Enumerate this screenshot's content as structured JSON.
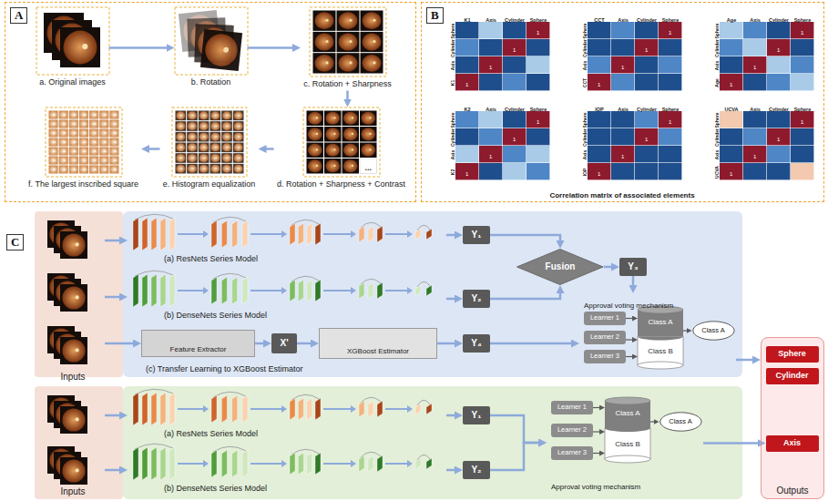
{
  "diagram": {
    "nodes": [
      {
        "text": [
          "A"
        ]
      },
      {
        "text": [
          "a. Original images"
        ],
        "in": 0
      },
      {
        "text": [
          "b. Rotation"
        ],
        "in": 0
      },
      {
        "text": [
          "c. Rotation + Sharpness"
        ],
        "in": 0
      },
      {
        "text": [
          "d. Rotation + Sharpness + Contrast"
        ],
        "in": 0
      },
      {
        "text": [
          "e. Histogram equalization"
        ],
        "in": 0
      },
      {
        "text": [
          "f. The largest inscribed square"
        ],
        "in": 0
      },
      {
        "text": [
          "B"
        ]
      },
      {
        "text": [
          "C"
        ]
      },
      {
        "text": [
          "Inputs"
        ],
        "in": 8
      },
      {
        "text": [
          "(a) ResNets Series Model"
        ],
        "in": 8
      },
      {
        "text": [
          "(b) DenseNets Series Model"
        ],
        "in": 8
      },
      {
        "text": [
          "Feature Extractor"
        ],
        "in": 8
      },
      {
        "text": [
          "X'"
        ],
        "in": 8
      },
      {
        "text": [
          "XGBoost Estimator"
        ],
        "in": 8
      },
      {
        "text": [
          "Y₁"
        ],
        "in": 8
      },
      {
        "text": [
          "Y₂"
        ],
        "in": 8
      },
      {
        "text": [
          "Fusion"
        ],
        "in": 8
      },
      {
        "text": [
          "Y₃"
        ],
        "in": 8
      },
      {
        "text": [
          "Y₄"
        ],
        "in": 8
      },
      {
        "text": [
          "Approval voting mechanism"
        ],
        "in": 8
      },
      {
        "text": [
          "Learner 1"
        ],
        "in": 20
      },
      {
        "text": [
          "Learner 2"
        ],
        "in": 20
      },
      {
        "text": [
          "Learner 3"
        ],
        "in": 20
      },
      {
        "text": [
          "Class A"
        ],
        "in": 20
      },
      {
        "text": [
          "Class B"
        ],
        "in": 20
      },
      {
        "text": [
          "Class A"
        ],
        "in": 20
      },
      {
        "text": [
          "Inputs"
        ],
        "in": 8
      },
      {
        "text": [
          "(a) ResNets Series Model"
        ],
        "in": 8
      },
      {
        "text": [
          "(b) DenseNets Series Model"
        ],
        "in": 8
      },
      {
        "text": [
          "Y₁"
        ],
        "in": 8
      },
      {
        "text": [
          "Y₂"
        ],
        "in": 8
      },
      {
        "text": [
          "Approval voting mechanism"
        ],
        "in": 8
      },
      {
        "text": [
          "Learner 1"
        ],
        "in": 32
      },
      {
        "text": [
          "Learner 2"
        ],
        "in": 32
      },
      {
        "text": [
          "Learner 3"
        ],
        "in": 32
      },
      {
        "text": [
          "Class A"
        ],
        "in": 32
      },
      {
        "text": [
          "Class B"
        ],
        "in": 32
      },
      {
        "text": [
          "Class A"
        ],
        "in": 32
      },
      {
        "text": [
          "Outputs"
        ],
        "in": 8
      },
      {
        "text": [
          "Sphere"
        ],
        "in": 39
      },
      {
        "text": [
          "Cylinder"
        ],
        "in": 39
      },
      {
        "text": [
          "Axis"
        ],
        "in": 39
      }
    ],
    "edges": [
      {
        "from": 1,
        "to": 2,
        "arrow": "to"
      },
      {
        "from": 2,
        "to": 3,
        "arrow": "to"
      },
      {
        "from": 3,
        "to": 4,
        "arrow": "to"
      },
      {
        "from": 4,
        "to": 5,
        "arrow": "to"
      },
      {
        "from": 5,
        "to": 6,
        "arrow": "to"
      },
      {
        "from": 9,
        "to": 10,
        "arrow": "to"
      },
      {
        "from": 9,
        "to": 11,
        "arrow": "to"
      },
      {
        "from": 9,
        "to": 12,
        "arrow": "to"
      },
      {
        "from": 10,
        "to": 15,
        "arrow": "to"
      },
      {
        "from": 11,
        "to": 16,
        "arrow": "to"
      },
      {
        "from": 15,
        "to": 17,
        "arrow": "to"
      },
      {
        "from": 16,
        "to": 17,
        "arrow": "to"
      },
      {
        "from": 17,
        "to": 18,
        "arrow": "to"
      },
      {
        "from": 18,
        "to": 20,
        "arrow": "to"
      },
      {
        "from": 12,
        "to": 13,
        "arrow": "to"
      },
      {
        "from": 13,
        "to": 14,
        "arrow": "to"
      },
      {
        "from": 14,
        "to": 19,
        "arrow": "to"
      },
      {
        "from": 19,
        "to": 20,
        "arrow": "to"
      },
      {
        "from": 21,
        "to": 24,
        "arrow": "to"
      },
      {
        "from": 22,
        "to": 25,
        "arrow": "to"
      },
      {
        "from": 23,
        "to": 25,
        "arrow": "to"
      },
      {
        "from": 24,
        "to": 26,
        "arrow": "to"
      },
      {
        "from": 20,
        "to": 39,
        "arrow": "to"
      },
      {
        "from": 27,
        "to": 28,
        "arrow": "to"
      },
      {
        "from": 27,
        "to": 29,
        "arrow": "to"
      },
      {
        "from": 28,
        "to": 30,
        "arrow": "to"
      },
      {
        "from": 29,
        "to": 31,
        "arrow": "to"
      },
      {
        "from": 30,
        "to": 32,
        "arrow": "to"
      },
      {
        "from": 31,
        "to": 32,
        "arrow": "to"
      },
      {
        "from": 33,
        "to": 36,
        "arrow": "to"
      },
      {
        "from": 34,
        "to": 37,
        "arrow": "to"
      },
      {
        "from": 35,
        "to": 37,
        "arrow": "to"
      },
      {
        "from": 36,
        "to": 38,
        "arrow": "to"
      },
      {
        "from": 32,
        "to": 42,
        "arrow": "to"
      }
    ],
    "labels": [
      "K1",
      "Axis",
      "Cylinder",
      "Sphere",
      "Sphere",
      "Cylinder",
      "Axis",
      "K1",
      "1",
      "1",
      "1",
      "1",
      "CCT",
      "Axis",
      "Cylinder",
      "Sphere",
      "Sphere",
      "Cylinder",
      "Axis",
      "CCT",
      "1",
      "1",
      "1",
      "1",
      "Age",
      "Axis",
      "Cylinder",
      "Sphere",
      "Sphere",
      "Cylinder",
      "Axis",
      "Age",
      "1",
      "1",
      "1",
      "1",
      "K2",
      "Axis",
      "Cylinder",
      "Sphere",
      "Sphere",
      "Cylinder",
      "Axis",
      "K2",
      "1",
      "1",
      "1",
      "1",
      "IOP",
      "Axis",
      "Cylinder",
      "Sphere",
      "Sphere",
      "Cylinder",
      "Axis",
      "IOP",
      "1",
      "1",
      "1",
      "1",
      "UCVA",
      "Axis",
      "Cylinder",
      "Sphere",
      "Sphere",
      "Cylinder",
      "Axis",
      "UCVA",
      "1",
      "1",
      "1",
      "1",
      "Correlation matrix of associated elements",
      "(c) Transfer Learning to XGBoost Estimator",
      "..."
    ]
  }
}
